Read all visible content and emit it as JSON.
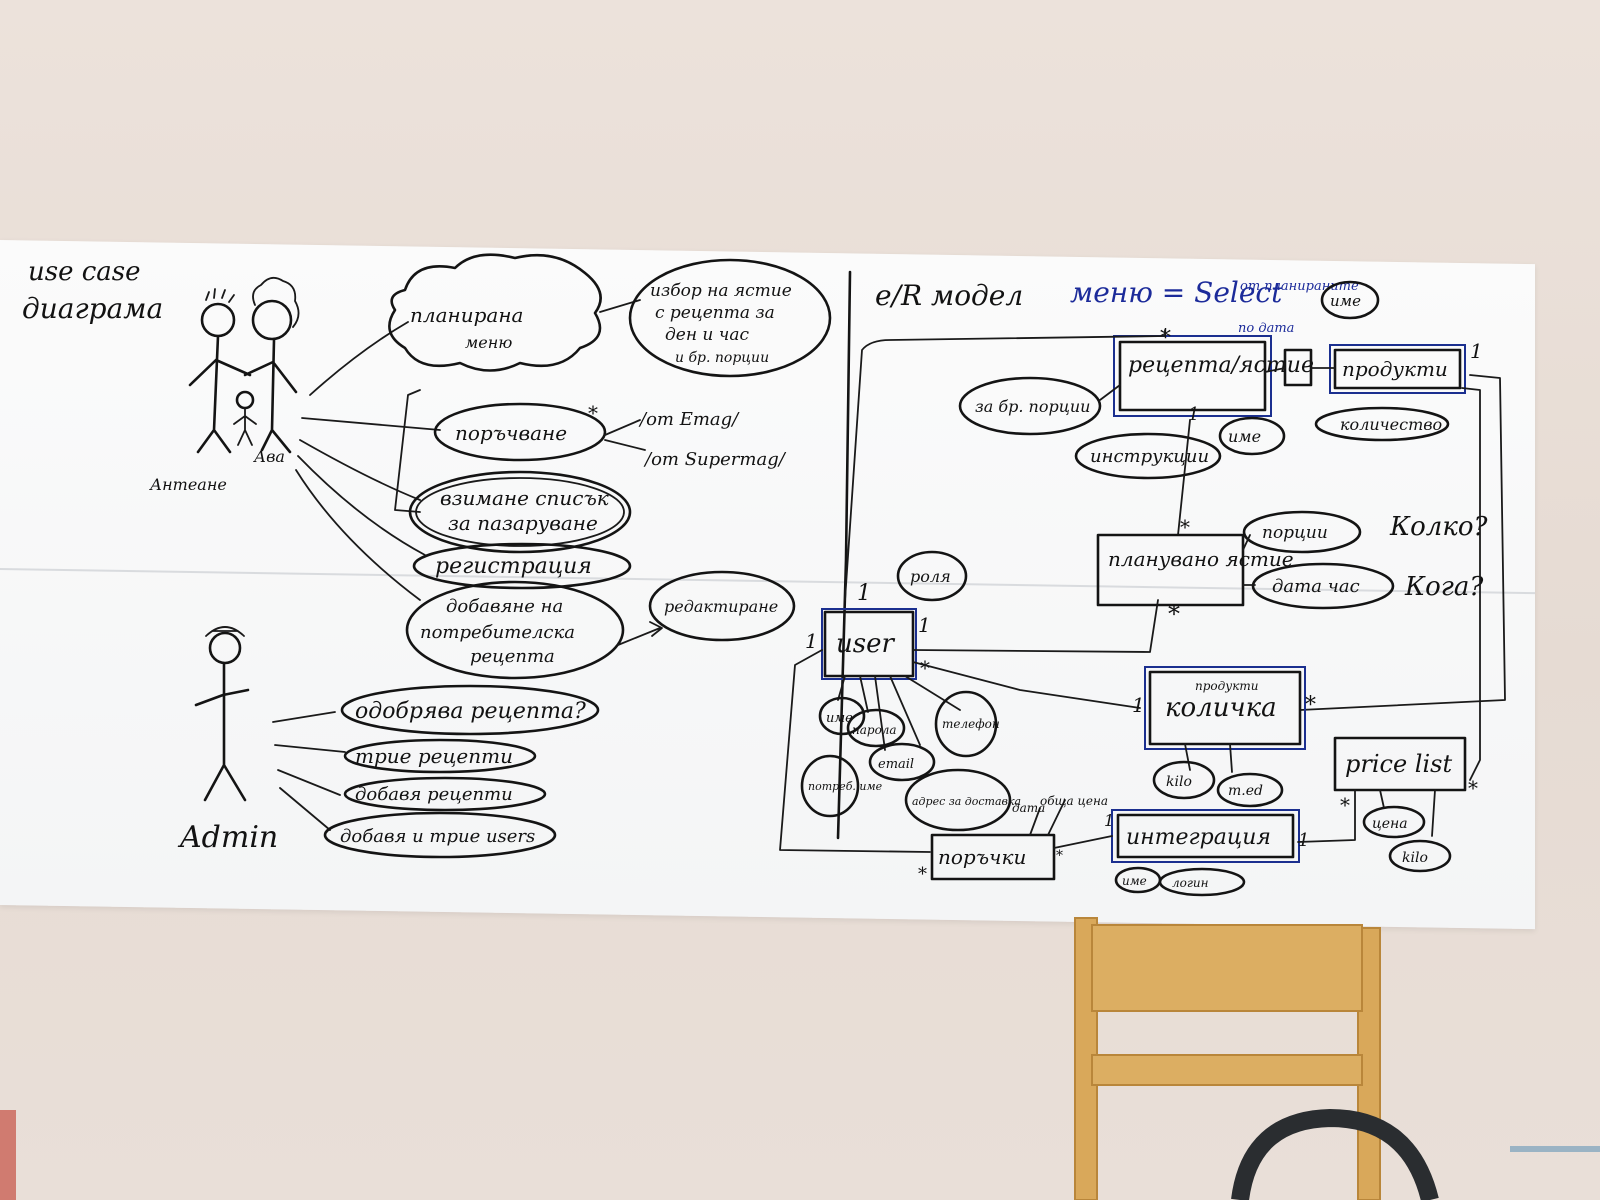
{
  "use_case": {
    "title_line1": "use case",
    "title_line2": "диаграма",
    "actors": {
      "parent_left": "Антеане",
      "parent_right": "Ава",
      "admin": "Admin"
    },
    "cases": {
      "planned_menu_1": "планирана",
      "planned_menu_2": "меню",
      "choose_meal_1": "избор на ястие",
      "choose_meal_2": "с рецепта за",
      "choose_meal_3": "ден и час",
      "choose_meal_4": "и бр. порции",
      "order": "поръчване",
      "order_emag": "/от Emag/",
      "order_supermag": "/от Supermag/",
      "shopping_list_1": "взимане списък",
      "shopping_list_2": "за пазаруване",
      "registration": "регистрация",
      "add_recipe_1": "добавяне на",
      "add_recipe_2": "потребителска",
      "add_recipe_3": "рецепта",
      "edit": "редактиране",
      "approve_recipes": "одобрява рецепта?",
      "delete_recipes": "трие рецепти",
      "add_recipes": "добавя рецепти",
      "add_delete_users": "добавя и трие users"
    }
  },
  "er_model": {
    "title": "e/R модел",
    "menu_note": "меню = Select",
    "planned_note_1": "от планираните",
    "planned_note_2": "по дата",
    "entities": {
      "recipe": "рецепта/ястие",
      "products": "продукти",
      "planned_meal": "планувано ястие",
      "user": "user",
      "cart": "количка",
      "integration": "интеграция",
      "orders": "поръчки",
      "price_list": "price list"
    },
    "attributes": {
      "portions_count": "за бр. порции",
      "instructions": "инструкции",
      "recipe_name": "име",
      "product_name": "име",
      "quantity": "количество",
      "portions": "порции",
      "date_time": "дата час",
      "role": "роля",
      "name": "име",
      "password": "парола",
      "email": "email",
      "phone": "телефон",
      "login_name": "потреб. име",
      "delivery_address": "адрес за доставка",
      "cart_products": "продукти",
      "kilo": "kilo",
      "meas": "m.ed",
      "api_name": "име",
      "api_token": "логин",
      "date_label": "дата",
      "total_price": "обща цена",
      "price": "цена",
      "price_kilo": "kilo"
    },
    "questions": {
      "how_much": "Колко?",
      "when": "Кога?"
    },
    "multiplicities": {
      "one": "1",
      "many": "*"
    }
  }
}
